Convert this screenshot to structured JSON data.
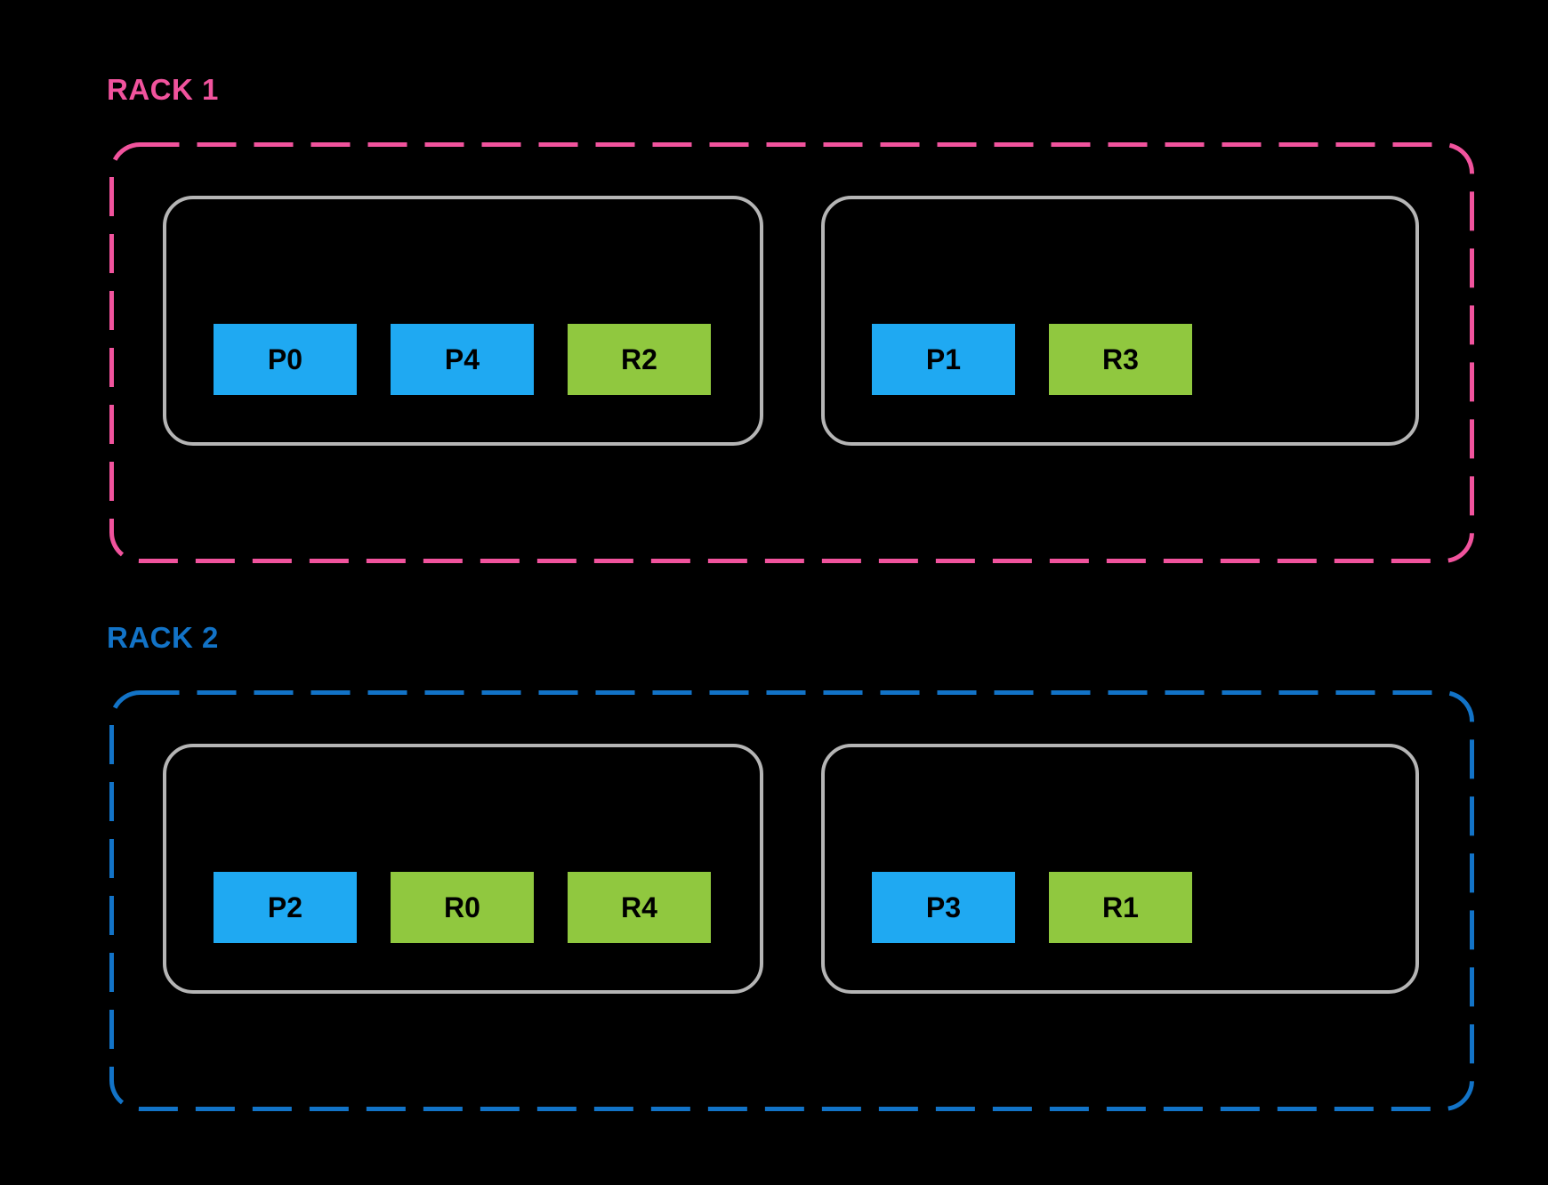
{
  "colors": {
    "background": "#000000",
    "rack1": "#f1539d",
    "rack2": "#1273c7",
    "node-border": "#b5b5b5",
    "primary-block": "#1fa9f2",
    "replica-block": "#90c83f"
  },
  "racks": [
    {
      "label": "RACK 1",
      "nodes": [
        {
          "blocks": [
            {
              "label": "P0",
              "kind": "primary"
            },
            {
              "label": "P4",
              "kind": "primary"
            },
            {
              "label": "R2",
              "kind": "replica"
            }
          ]
        },
        {
          "blocks": [
            {
              "label": "P1",
              "kind": "primary"
            },
            {
              "label": "R3",
              "kind": "replica"
            }
          ]
        }
      ]
    },
    {
      "label": "RACK 2",
      "nodes": [
        {
          "blocks": [
            {
              "label": "P2",
              "kind": "primary"
            },
            {
              "label": "R0",
              "kind": "replica"
            },
            {
              "label": "R4",
              "kind": "replica"
            }
          ]
        },
        {
          "blocks": [
            {
              "label": "P3",
              "kind": "primary"
            },
            {
              "label": "R1",
              "kind": "replica"
            }
          ]
        }
      ]
    }
  ]
}
